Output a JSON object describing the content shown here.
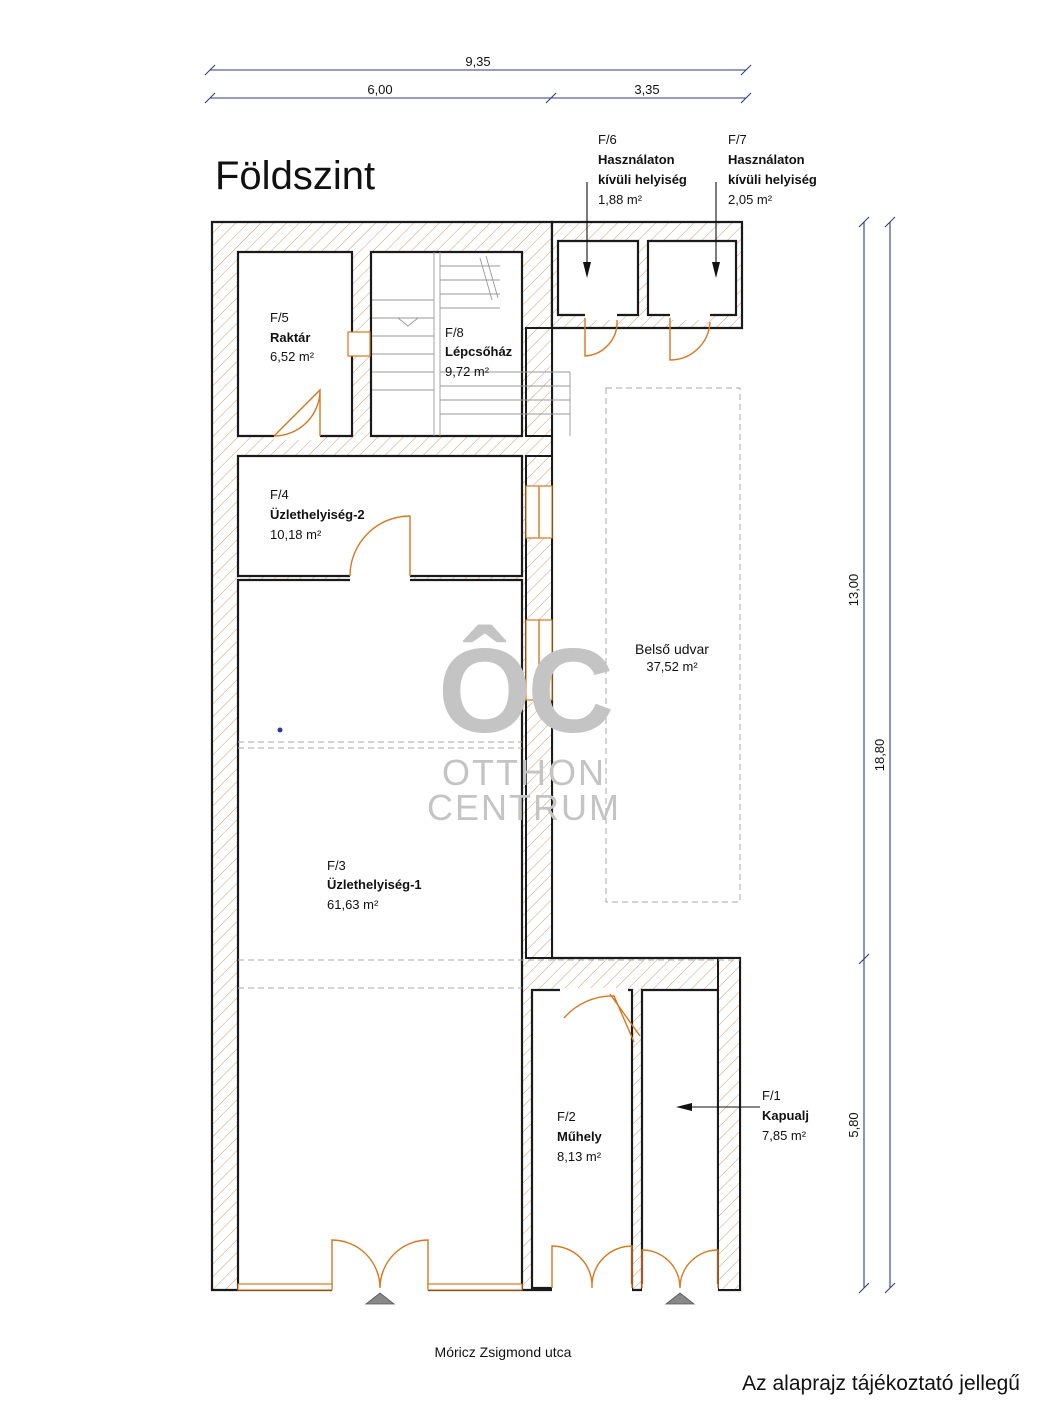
{
  "title": "Földszint",
  "dimensions": {
    "total_width": "9,35",
    "left_width": "6,00",
    "right_width": "3,35",
    "height_upper": "13,00",
    "height_total": "18,80",
    "height_lower": "5,80"
  },
  "rooms": {
    "f5": {
      "id": "F/5",
      "name": "Raktár",
      "area": "6,52 m²"
    },
    "f8": {
      "id": "F/8",
      "name": "Lépcsőház",
      "area": "9,72 m²"
    },
    "f6": {
      "id": "F/6",
      "name_line1": "Használaton",
      "name_line2": "kívüli helyiség",
      "area": "1,88 m²"
    },
    "f7": {
      "id": "F/7",
      "name_line1": "Használaton",
      "name_line2": "kívüli helyiség",
      "area": "2,05 m²"
    },
    "f4": {
      "id": "F/4",
      "name": "Üzlethelyiség-2",
      "area": "10,18 m²"
    },
    "courtyard": {
      "name": "Belső udvar",
      "area": "37,52 m²"
    },
    "f3": {
      "id": "F/3",
      "name": "Üzlethelyiség-1",
      "area": "61,63 m²"
    },
    "f2": {
      "id": "F/2",
      "name": "Műhely",
      "area": "8,13 m²"
    },
    "f1": {
      "id": "F/1",
      "name": "Kapualj",
      "area": "7,85 m²"
    }
  },
  "street": "Móricz Zsigmond utca",
  "disclaimer": "Az alaprajz tájékoztató jellegű",
  "watermark": {
    "logo": "ÔC",
    "line1": "OTTHON",
    "line2": "CENTRUM"
  },
  "colors": {
    "wall": "#1a1a1a",
    "hatch": "#c9a07a",
    "door": "#d9771f",
    "dimension": "#2b3b8f",
    "watermark": "#c4c4c4"
  }
}
